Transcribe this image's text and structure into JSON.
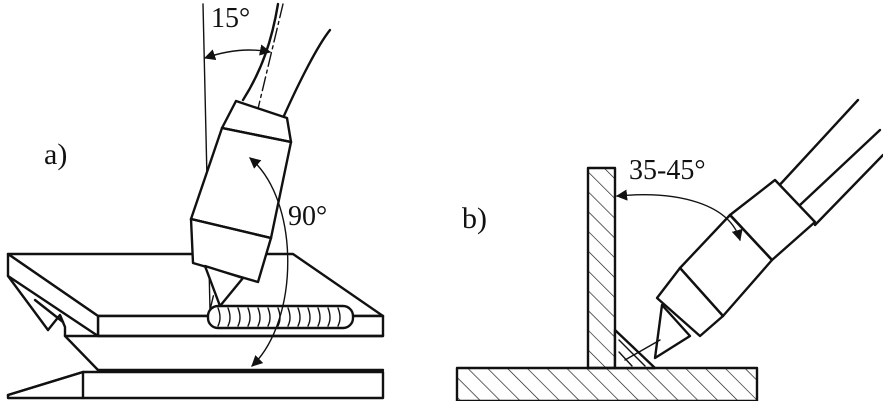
{
  "panel_a": {
    "label": "a)",
    "angle_tilt": "15°",
    "angle_right": "90°"
  },
  "panel_b": {
    "label": "b)",
    "angle_torch": "35-45°"
  },
  "colors": {
    "ink": "#111111",
    "background": "#ffffff"
  }
}
